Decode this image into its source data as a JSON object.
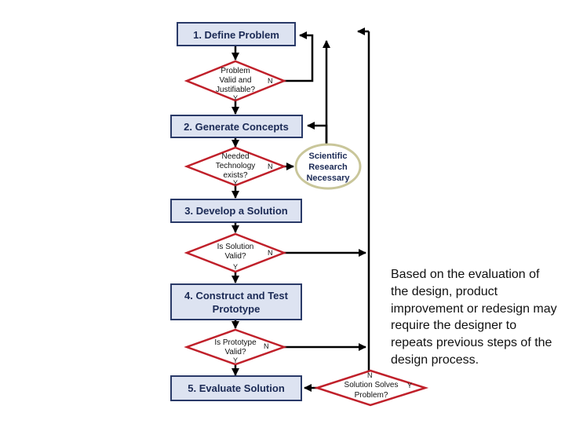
{
  "steps": {
    "define": "1. Define Problem",
    "generate": "2. Generate Concepts",
    "develop": "3. Develop a Solution",
    "construct_line1": "4. Construct and Test",
    "construct_line2": "Prototype",
    "evaluate": "5. Evaluate Solution"
  },
  "decisions": {
    "valid_problem": [
      "Problem",
      "Valid and",
      "Justifiable?"
    ],
    "technology": [
      "Needed",
      "Technology",
      "exists?"
    ],
    "solution_valid": [
      "Is Solution",
      "Valid?"
    ],
    "prototype_valid": [
      "Is Prototype",
      "Valid?"
    ],
    "solves_problem": [
      "Solution Solves",
      "Problem?"
    ]
  },
  "branch_labels": {
    "yes": "Y",
    "no": "N"
  },
  "research": [
    "Scientific",
    "Research",
    "Necessary"
  ],
  "note": "Based on the evaluation of the design, product improvement or redesign may require the designer to repeats previous steps of the design process."
}
